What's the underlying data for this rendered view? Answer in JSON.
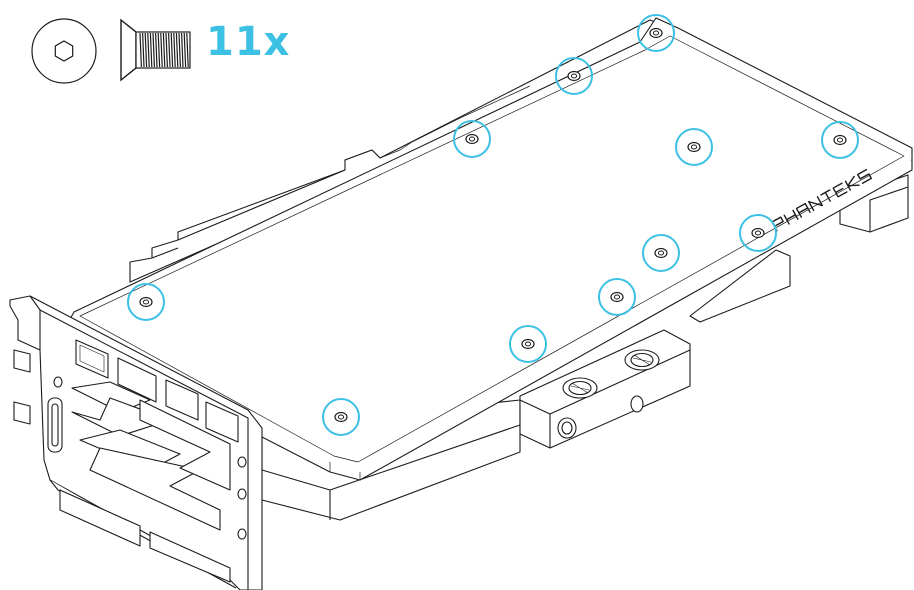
{
  "callout": {
    "icon": "hex-socket-countersunk-screw-icon",
    "quantity_label": "11x"
  },
  "brand_mark": "PHANTEKS",
  "screw_marker_count": 11,
  "colors": {
    "highlight": "#3cc0e4",
    "line": "#1c1c1c",
    "background": "#ffffff"
  }
}
